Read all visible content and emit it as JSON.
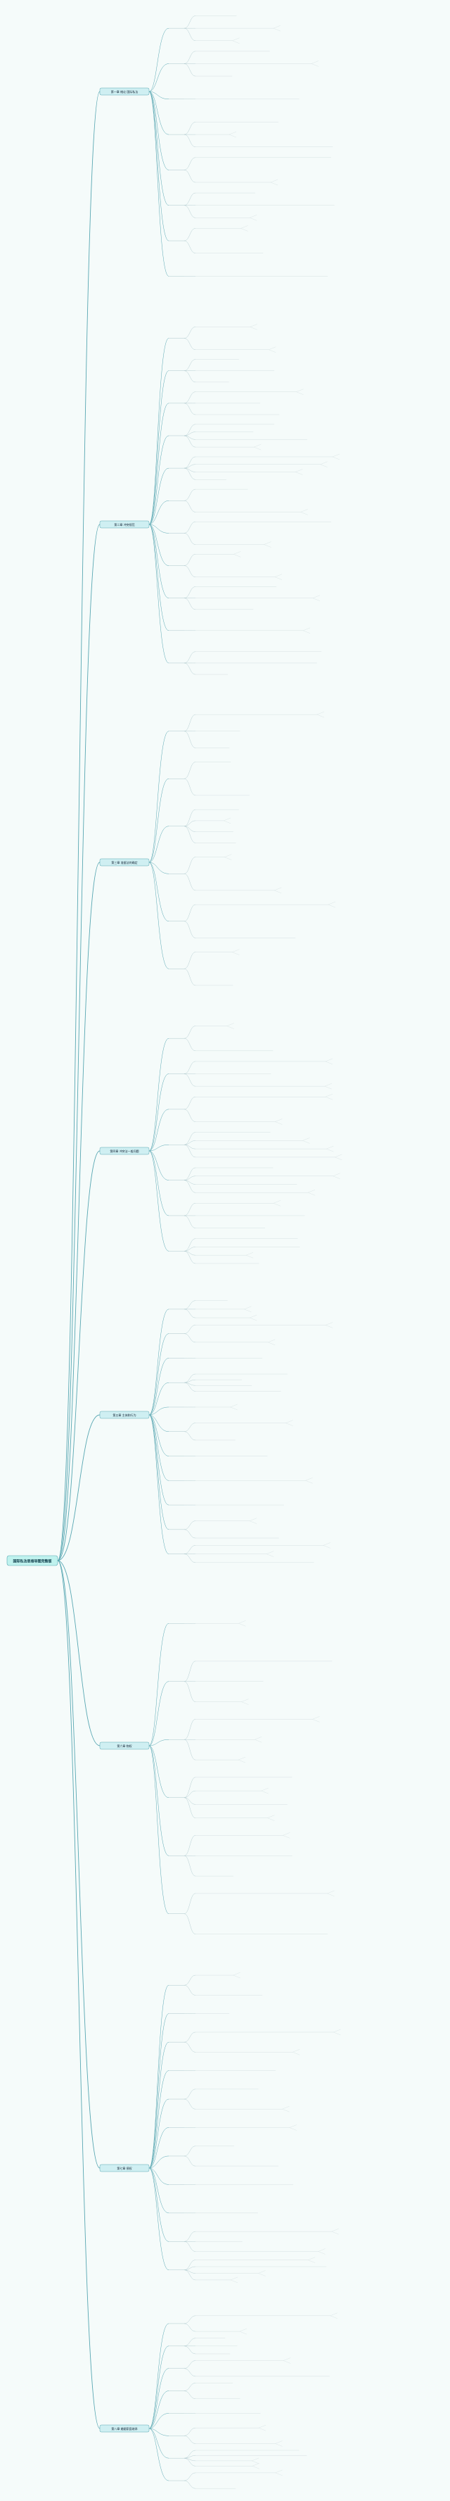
{
  "colors": {
    "background": "#f5fbfa",
    "root_fill": "#bff2ee",
    "chapter_fill": "#cfeff2",
    "branch_line": "#58a7b2",
    "leaf_line": "#9bbac0"
  },
  "root": {
    "label": "国际私法思维导图完整版"
  },
  "chapters": [
    {
      "id": "ch1",
      "label": "第一章 绪论 国际私法"
    },
    {
      "id": "ch2",
      "label": "第二章 冲突规范"
    },
    {
      "id": "ch3",
      "label": "第三章 准据法的确定"
    },
    {
      "id": "ch4",
      "label": "第四章 冲突法一般问题"
    },
    {
      "id": "ch5",
      "label": "第五章 主体和行为"
    },
    {
      "id": "ch6",
      "label": "第六章 物权"
    },
    {
      "id": "ch7",
      "label": "第七章 债权"
    },
    {
      "id": "ch8",
      "label": "第八章 婚姻家庭继承"
    }
  ]
}
